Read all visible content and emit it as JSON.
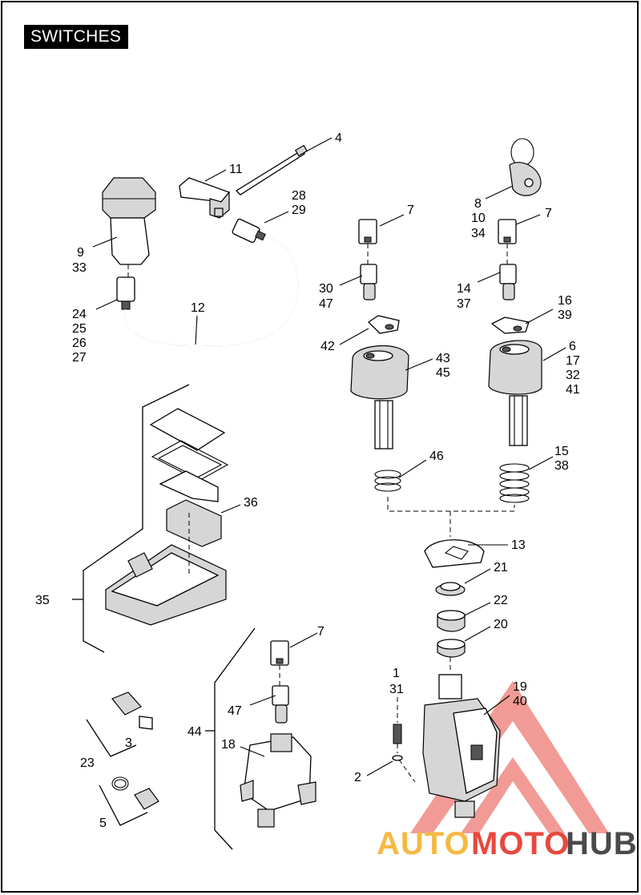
{
  "header": {
    "title": "SWITCHES"
  },
  "watermark": {
    "word1": "AUTO",
    "word2": "MOTO",
    "word3": "HUB",
    "color1": "#f4b942",
    "color2": "#e8483f",
    "color3": "#4a4a4a"
  },
  "callouts": [
    {
      "id": "c4",
      "text": "4"
    },
    {
      "id": "c11",
      "text": "11"
    },
    {
      "id": "c28",
      "text": "28"
    },
    {
      "id": "c29",
      "text": "29"
    },
    {
      "id": "c9",
      "text": "9"
    },
    {
      "id": "c33",
      "text": "33"
    },
    {
      "id": "c24",
      "text": "24"
    },
    {
      "id": "c25",
      "text": "25"
    },
    {
      "id": "c26",
      "text": "26"
    },
    {
      "id": "c27",
      "text": "27"
    },
    {
      "id": "c12",
      "text": "12"
    },
    {
      "id": "c7a",
      "text": "7"
    },
    {
      "id": "c30",
      "text": "30"
    },
    {
      "id": "c47a",
      "text": "47"
    },
    {
      "id": "c42",
      "text": "42"
    },
    {
      "id": "c43",
      "text": "43"
    },
    {
      "id": "c45",
      "text": "45"
    },
    {
      "id": "c46",
      "text": "46"
    },
    {
      "id": "c8",
      "text": "8"
    },
    {
      "id": "c10",
      "text": "10"
    },
    {
      "id": "c34",
      "text": "34"
    },
    {
      "id": "c7b",
      "text": "7"
    },
    {
      "id": "c14",
      "text": "14"
    },
    {
      "id": "c37",
      "text": "37"
    },
    {
      "id": "c16",
      "text": "16"
    },
    {
      "id": "c39",
      "text": "39"
    },
    {
      "id": "c6",
      "text": "6"
    },
    {
      "id": "c17",
      "text": "17"
    },
    {
      "id": "c32",
      "text": "32"
    },
    {
      "id": "c41",
      "text": "41"
    },
    {
      "id": "c15",
      "text": "15"
    },
    {
      "id": "c38",
      "text": "38"
    },
    {
      "id": "c36",
      "text": "36"
    },
    {
      "id": "c35",
      "text": "35"
    },
    {
      "id": "c13",
      "text": "13"
    },
    {
      "id": "c21",
      "text": "21"
    },
    {
      "id": "c22",
      "text": "22"
    },
    {
      "id": "c20",
      "text": "20"
    },
    {
      "id": "c1",
      "text": "1"
    },
    {
      "id": "c31",
      "text": "31"
    },
    {
      "id": "c19",
      "text": "19"
    },
    {
      "id": "c40",
      "text": "40"
    },
    {
      "id": "c2",
      "text": "2"
    },
    {
      "id": "c7c",
      "text": "7"
    },
    {
      "id": "c47b",
      "text": "47"
    },
    {
      "id": "c44",
      "text": "44"
    },
    {
      "id": "c18",
      "text": "18"
    },
    {
      "id": "c3",
      "text": "3"
    },
    {
      "id": "c23",
      "text": "23"
    },
    {
      "id": "c5",
      "text": "5"
    }
  ]
}
